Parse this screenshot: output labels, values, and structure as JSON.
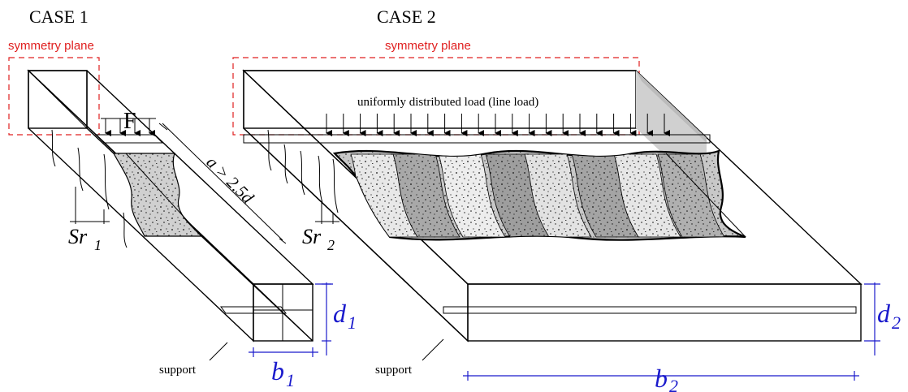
{
  "case1": {
    "title": "CASE 1",
    "symmetry_label": "symmetry plane",
    "force_label": "F",
    "distance_label": "a > 2.5d",
    "crack_spacing_label": "Sr",
    "crack_spacing_sub": "1",
    "support_label": "support",
    "depth_label": "d",
    "depth_sub": "1",
    "width_label": "b",
    "width_sub": "1"
  },
  "case2": {
    "title": "CASE 2",
    "symmetry_label": "symmetry plane",
    "load_label": "uniformly distributed load (line load)",
    "crack_spacing_label": "Sr",
    "crack_spacing_sub": "2",
    "support_label": "support",
    "depth_label": "d",
    "depth_sub": "2",
    "width_label": "b",
    "width_sub": "2"
  },
  "colors": {
    "symmetry": "#e02020",
    "dimension": "#1a1acc",
    "steel": "#555555",
    "concrete_light": "#e6e6e6",
    "concrete_dark": "#9a9a9a"
  }
}
